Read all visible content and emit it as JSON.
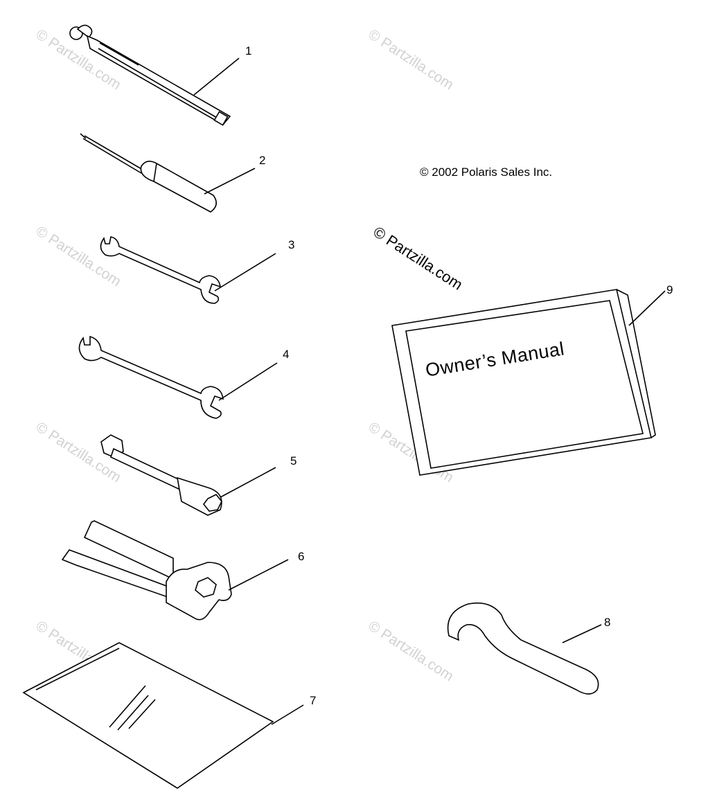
{
  "copyright": "© 2002 Polaris Sales Inc.",
  "watermark": "© Partzilla.com",
  "watermark_dark": "© Partzilla.com",
  "manual_title": "Owner’s Manual",
  "callouts": [
    "1",
    "2",
    "3",
    "4",
    "5",
    "6",
    "7",
    "8",
    "9"
  ],
  "colors": {
    "line": "#000000",
    "watermark": "#d2d2d2",
    "background": "#ffffff"
  }
}
